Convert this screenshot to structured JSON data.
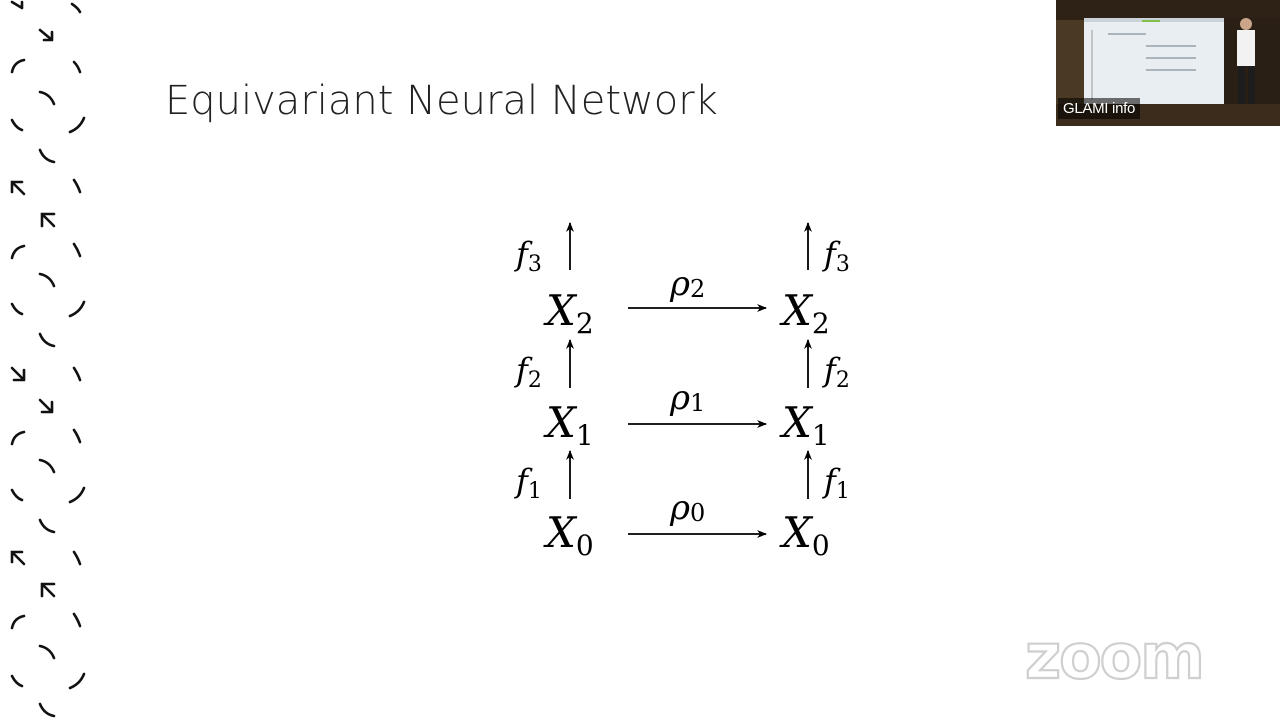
{
  "slide": {
    "title": "Equivariant Neural Network"
  },
  "diagram": {
    "left_nodes": [
      {
        "base": "X",
        "sub": "2"
      },
      {
        "base": "X",
        "sub": "1"
      },
      {
        "base": "X",
        "sub": "0"
      }
    ],
    "right_nodes": [
      {
        "base": "X",
        "sub": "2"
      },
      {
        "base": "X",
        "sub": "1"
      },
      {
        "base": "X",
        "sub": "0"
      }
    ],
    "horizontal_maps": [
      {
        "base": "ρ",
        "sub": "2"
      },
      {
        "base": "ρ",
        "sub": "1"
      },
      {
        "base": "ρ",
        "sub": "0"
      }
    ],
    "vertical_maps": [
      {
        "base": "f",
        "sub": "3"
      },
      {
        "base": "f",
        "sub": "2"
      },
      {
        "base": "f",
        "sub": "1"
      }
    ]
  },
  "video": {
    "participant_name": "GLAMI info",
    "watermark": "zoom"
  },
  "colors": {
    "text": "#222222",
    "label_bg": "#000000",
    "watermark": "#cfcfcf"
  }
}
